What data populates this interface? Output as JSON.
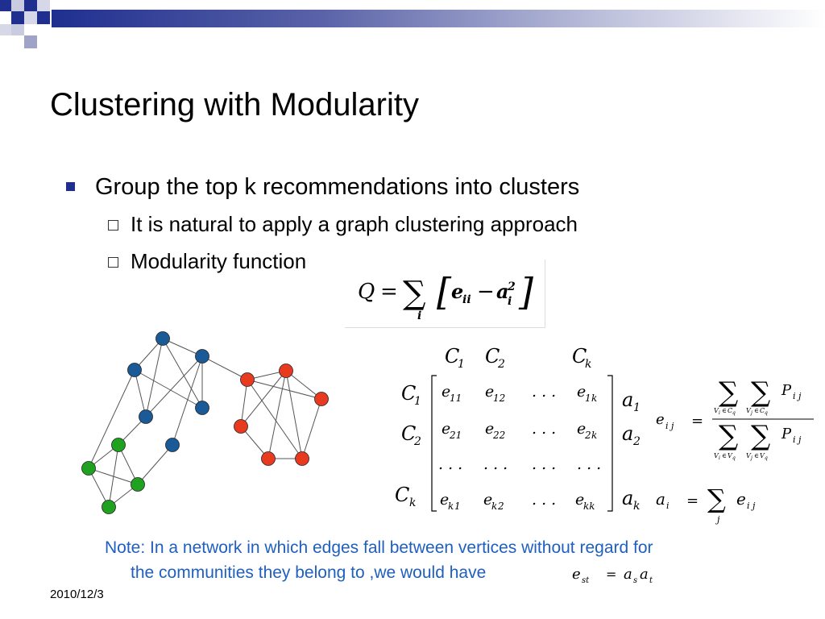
{
  "slide": {
    "title": "Clustering with Modularity",
    "bullet1": "Group the top k recommendations into clusters",
    "sub1": "It is natural to apply a graph clustering approach",
    "sub2": "Modularity function",
    "note_line1": "Note: In a network in which edges fall between vertices without regard for",
    "note_line2": "the communities they belong to ,we would have",
    "date": "2010/12/3"
  },
  "colors": {
    "blue_node": "#1a5a96",
    "red_node": "#e83a1f",
    "green_node": "#1fa21f",
    "accent": "#1f2f8f",
    "note_text": "#1f5fbf"
  },
  "formulas": {
    "modularity": "Q = Σ_i [ e_ii − a_i^2 ]",
    "matrix_col_headers": [
      "C1",
      "C2",
      "Ck"
    ],
    "matrix_row_headers": [
      "C1",
      "C2",
      "Ck"
    ],
    "matrix_rows": [
      [
        "e11",
        "e12",
        "...",
        "e1k"
      ],
      [
        "e21",
        "e22",
        "...",
        "e2k"
      ],
      [
        "...",
        "...",
        "...",
        "..."
      ],
      [
        "ek1",
        "ek2",
        "...",
        "ekk"
      ]
    ],
    "row_sums": [
      "a1",
      "a2",
      "",
      "ak"
    ],
    "eij_definition": "e_ij = Σ_{Vi∈Cq} Σ_{Vj∈Cq} P_ij / Σ_{Vi∈Vq} Σ_{Vj∈Vq} P_ij",
    "ai_definition": "a_i = Σ_j e_ij",
    "est_definition": "e_st = a_s a_t"
  }
}
